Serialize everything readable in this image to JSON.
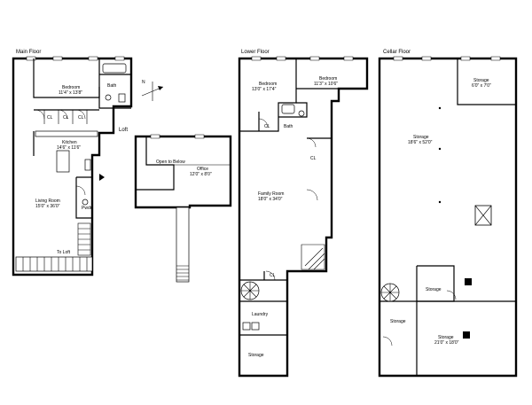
{
  "floors": {
    "main": "Main Floor",
    "lower": "Lower Floor",
    "cellar": "Cellar Floor",
    "loft": "Loft"
  },
  "main_rooms": {
    "bedroom": "Bedroom",
    "bedroom_dim": "11'4\" x 13'8\"",
    "bath": "Bath",
    "cl": "CL",
    "kitchen": "Kitchen",
    "kitchen_dim": "14'6\" x 11'6\"",
    "living": "Living Room",
    "living_dim": "15'0\" x 36'0\"",
    "pwdr": "Pwdr",
    "to_loft": "To Loft",
    "compass_n": "N"
  },
  "loft_rooms": {
    "open_below": "Open to Below",
    "office": "Office",
    "office_dim": "12'0\" x 8'0\""
  },
  "lower_rooms": {
    "bedroom1": "Bedroom",
    "bedroom1_dim": "13'0\" x 17'4\"",
    "bedroom2": "Bedroom",
    "bedroom2_dim": "11'3\" x 10'6\"",
    "bath": "Bath",
    "cl": "CL",
    "family": "Family Room",
    "family_dim": "18'0\" x 34'0\"",
    "laundry": "Laundry",
    "storage": "Storage"
  },
  "cellar_rooms": {
    "storage_small": "Storage",
    "storage_small_dim": "6'0\" x 7'0\"",
    "storage_main": "Storage",
    "storage_main_dim": "18'6\" x 52'0\"",
    "storage_mid": "Storage",
    "storage_left": "Storage",
    "storage_big": "Storage",
    "storage_big_dim": "21'0\" x 18'0\""
  }
}
